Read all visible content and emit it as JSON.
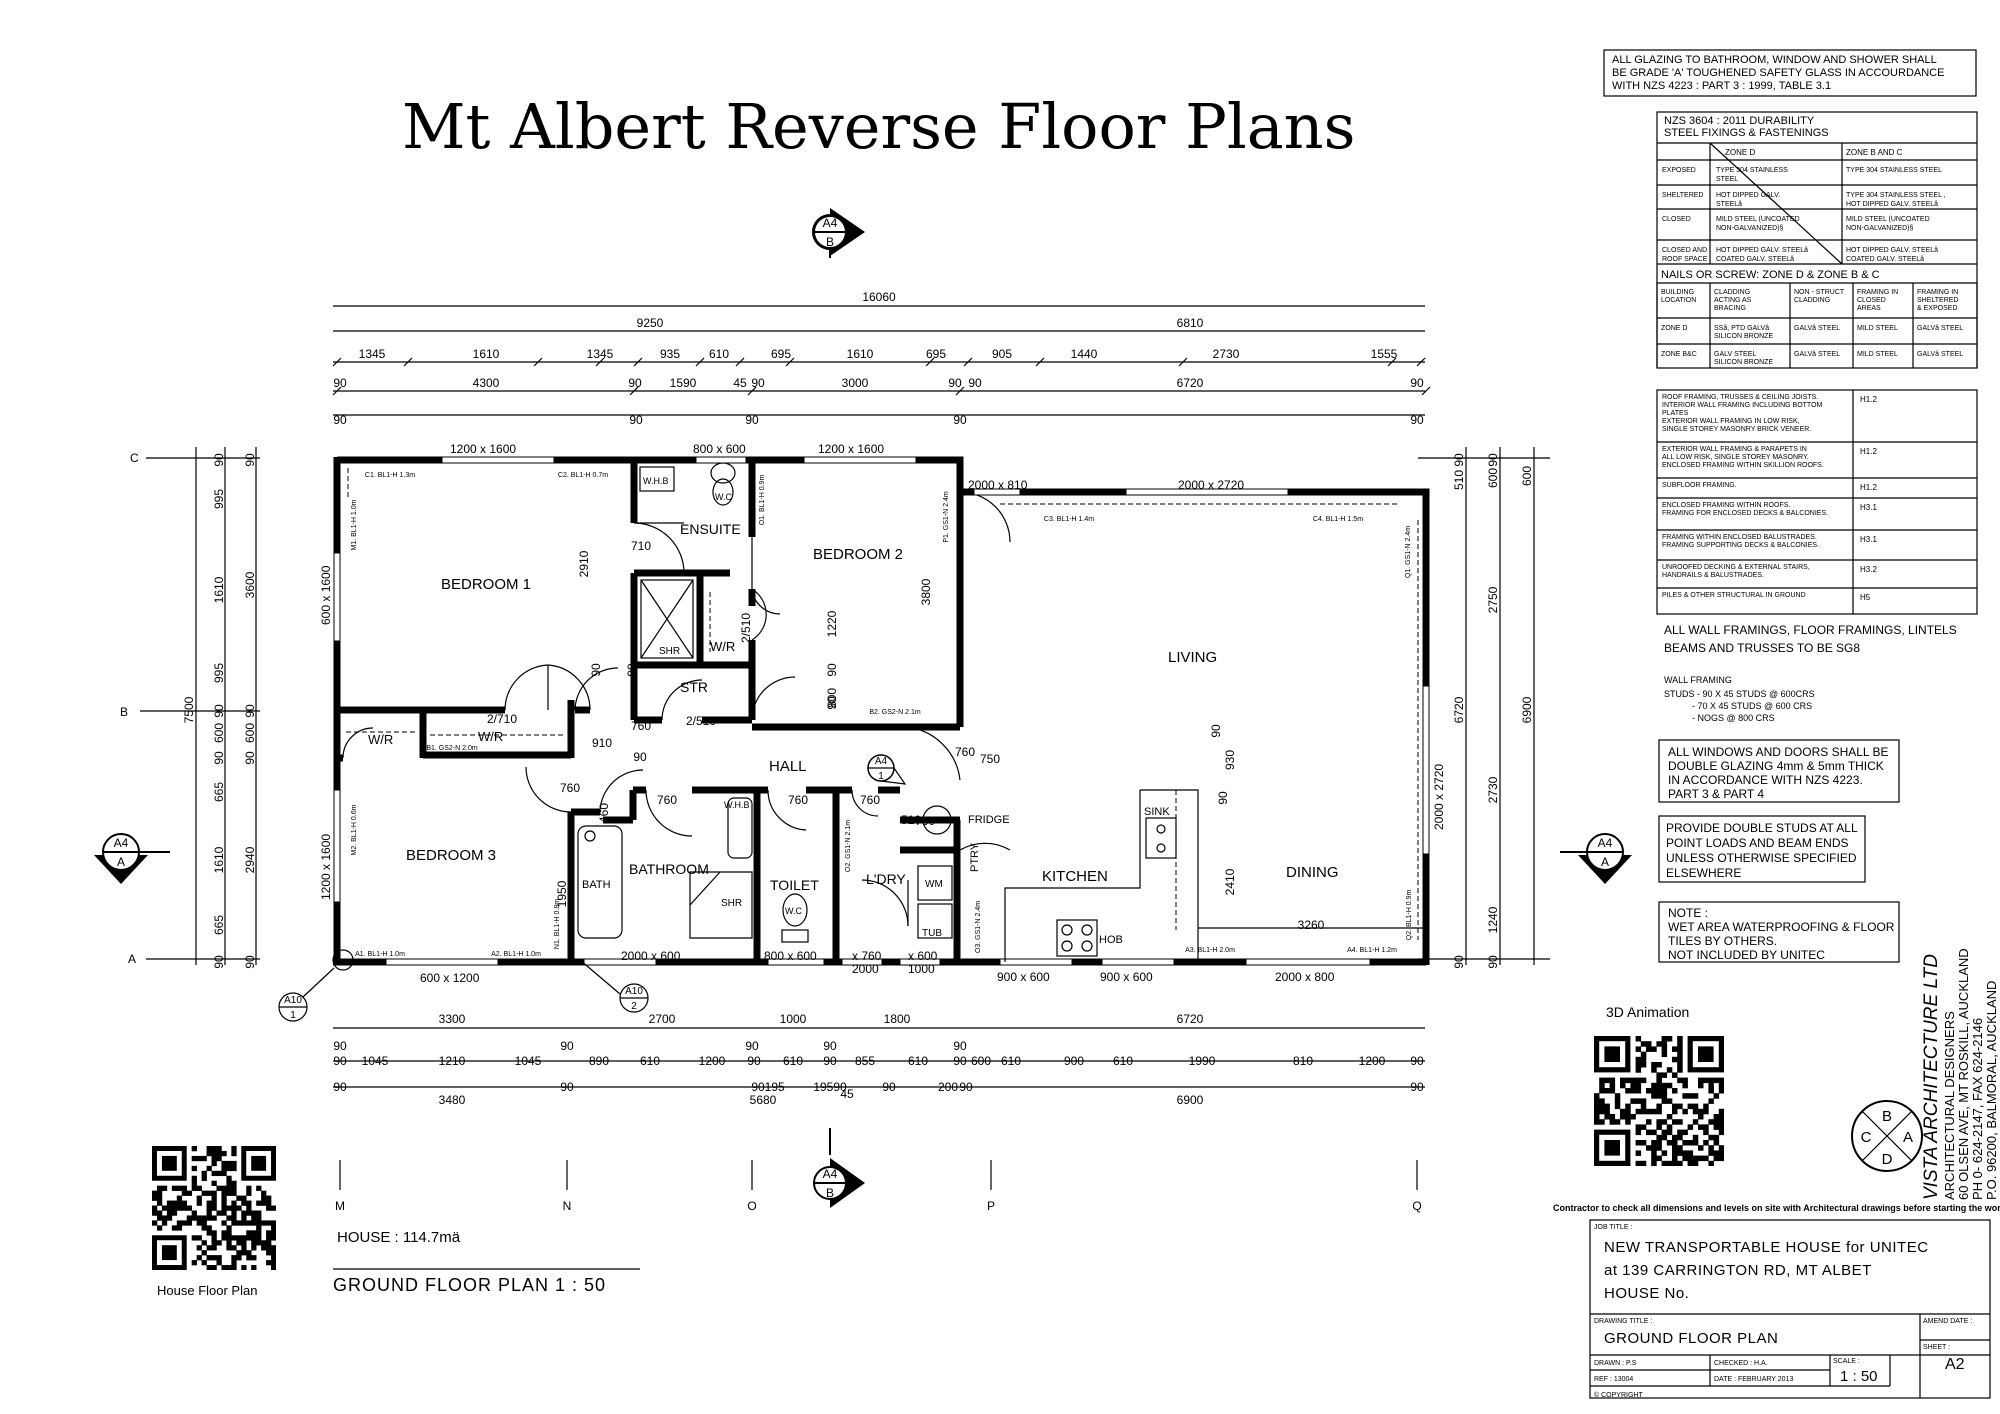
{
  "title": "Mt Albert Reverse Floor Plans",
  "glazing_note": [
    "ALL GLAZING TO BATHROOM, WINDOW AND SHOWER SHALL",
    "BE GRADE 'A' TOUGHENED SAFETY GLASS IN ACCOURDANCE",
    "WITH NZS 4223 : PART 3 : 1999, TABLE 3.1"
  ],
  "durability": {
    "heading": [
      "NZS 3604 : 2011 DURABILITY",
      "STEEL FIXINGS & FASTENINGS"
    ],
    "col_zone_d": "ZONE D",
    "col_zone_bc": "ZONE B AND C",
    "rows": [
      {
        "label": [
          "EXPOSED"
        ],
        "d": [
          "TYPE 304 STAINLESS",
          "STEEL"
        ],
        "bc": [
          "TYPE 304 STAINLESS STEEL"
        ]
      },
      {
        "label": [
          "SHELTERED"
        ],
        "d": [
          "HOT DIPPED GALV.",
          "STEELâ"
        ],
        "bc": [
          "TYPE 304 STAINLESS STEEL ,",
          "HOT DIPPED GALV. STEELâ"
        ]
      },
      {
        "label": [
          "CLOSED"
        ],
        "d": [
          "MILD STEEL (UNCOATED",
          "NON-GALVANIZED)§"
        ],
        "bc": [
          "MILD STEEL (UNCOATED",
          "NON-GALVANIZED)§"
        ]
      },
      {
        "label": [
          "CLOSED AND",
          "ROOF SPACE"
        ],
        "d": [
          "HOT DIPPED GALV. STEELâ",
          "COATED GALV. STEELâ"
        ],
        "bc": [
          "HOT DIPPED GALV. STEELâ",
          "COATED GALV. STEELâ"
        ]
      }
    ],
    "nails_heading": "NAILS OR SCREW: ZONE D & ZONE B & C",
    "nails_cols": [
      [
        "BUILDING",
        "LOCATION"
      ],
      [
        "CLADDING",
        "ACTING AS",
        "BRACING"
      ],
      [
        "NON - STRUCT",
        "CLADDING"
      ],
      [
        "FRAMING IN",
        "CLOSED",
        "AREAS"
      ],
      [
        "FRAMING IN",
        "SHELTERED",
        "& EXPOSED"
      ]
    ],
    "nails_rows": [
      [
        [
          "ZONE D"
        ],
        [
          "SSâ, PTD GALVâ",
          "SILICON BRONZE"
        ],
        [
          "GALVâ STEEL"
        ],
        [
          "MILD STEEL"
        ],
        [
          "GALVâ STEEL"
        ]
      ],
      [
        [
          "ZONE B&C"
        ],
        [
          "GALV STEEL",
          "SILICON BRONZE"
        ],
        [
          "GALVâ STEEL"
        ],
        [
          "MILD STEEL"
        ],
        [
          "GALVâ STEEL"
        ]
      ]
    ]
  },
  "treatment": [
    {
      "desc": [
        "ROOF FRAMING, TRUSSES & CEILING JOISTS.",
        "INTERIOR WALL FRAMING INCLUDING BOTTOM",
        "PLATES",
        "EXTERIOR WALL FRAMING IN LOW RISK,",
        "SINGLE STOREY MASONRY BRICK VENEER."
      ],
      "grade": "H1.2"
    },
    {
      "desc": [
        "EXTERIOR WALL FRAMING & PARAPETS IN",
        "ALL LOW RISK, SINGLE STOREY MASONRY.",
        "ENCLOSED FRAMING WITHIN SKILLION ROOFS."
      ],
      "grade": "H1.2"
    },
    {
      "desc": [
        "SUBFLOOR FRAMING."
      ],
      "grade": "H1.2"
    },
    {
      "desc": [
        "ENCLOSED FRAMING WITHIN ROOFS.",
        "FRAMING FOR ENCLOSED DECKS & BALCONIES."
      ],
      "grade": "H3.1"
    },
    {
      "desc": [
        "FRAMING WITHIN ENCLOSED BALUSTRADES.",
        "FRAMING SUPPORTING DECKS & BALCONIES."
      ],
      "grade": "H3.1"
    },
    {
      "desc": [
        "UNROOFED DECKING & EXTERNAL STAIRS,",
        "HANDRAILS & BALUSTRADES."
      ],
      "grade": "H3.2"
    },
    {
      "desc": [
        "PILES & OTHER STRUCTURAL IN GROUND"
      ],
      "grade": "H5"
    }
  ],
  "framing_note": [
    "ALL WALL FRAMINGS, FLOOR FRAMINGS, LINTELS",
    "BEAMS AND TRUSSES TO BE SG8"
  ],
  "wall_framing": [
    "WALL FRAMING",
    "STUDS - 90 X 45 STUDS @ 600CRS",
    "- 70 X 45 STUDS @ 600 CRS",
    "- NOGS @ 800 CRS"
  ],
  "windows_note": [
    "ALL WINDOWS AND DOORS SHALL BE",
    "DOUBLE GLAZING 4mm & 5mm THICK",
    "IN ACCORDANCE WITH NZS 4223.",
    "PART 3 & PART 4"
  ],
  "studs_note": [
    "PROVIDE DOUBLE STUDS AT ALL",
    "POINT LOADS AND BEAM ENDS",
    "UNLESS OTHERWISE SPECIFIED",
    "ELSEWHERE"
  ],
  "wet_note": [
    "NOTE :",
    "WET AREA WATERPROOFING & FLOOR",
    "TILES BY OTHERS.",
    "NOT INCLUDED BY UNITEC"
  ],
  "firm": [
    "VISTA ARCHITECTURE LTD",
    "ARCHITECTURAL DESIGNERS",
    "60 OLSEN AVE, MT ROSKILL, AUCKLAND",
    "PH 0- 624-2147, FAX 624-2146",
    "P.O. 96200, BALMORAL, AUCKLAND"
  ],
  "compass": {
    "top": "B",
    "left": "C",
    "right": "A",
    "bottom": "D"
  },
  "qr_right_label": "3D Animation",
  "qr_left_label": "House Floor Plan",
  "contractor_note": "Contractor to check all dimensions and levels on site with Architectural drawings before starting the works",
  "title_block": {
    "job_title_label": "JOB TITLE :",
    "job_lines": [
      "NEW TRANSPORTABLE HOUSE for UNITEC",
      "at 139 CARRINGTON RD, MT ALBET",
      "HOUSE No."
    ],
    "drawing_title_label": "DRAWING TITLE :",
    "drawing_title": "GROUND FLOOR PLAN",
    "amend_label": "AMEND DATE :",
    "drawn": "DRAWN : P.S",
    "checked": "CHECKED : H.A.",
    "ref": "REF : 13004",
    "date": "DATE : FEBRUARY 2013",
    "scale_label": "SCALE :",
    "scale": "1 : 50",
    "sheet_label": "SHEET :",
    "sheet": "A2",
    "copyright": "© COPYRIGHT"
  },
  "house_area": "HOUSE : 114.7mä",
  "plan_label": "GROUND FLOOR PLAN 1 : 50",
  "rooms": {
    "bedroom1": "BEDROOM 1",
    "bedroom2": "BEDROOM 2",
    "bedroom3": "BEDROOM 3",
    "ensuite": "ENSUITE",
    "living": "LIVING",
    "dining": "DINING",
    "kitchen": "KITCHEN",
    "hall": "HALL",
    "str": "STR",
    "bathroom": "BATHROOM",
    "toilet": "TOILET",
    "ldry": "L'DRY",
    "wr1": "W/R",
    "wr2": "W/R",
    "wr3": "W/R",
    "shr1": "SHR",
    "shr2": "SHR",
    "bath": "BATH",
    "fridge": "FRIDGE",
    "ptry": "PTRY",
    "sink": "SINK",
    "hob": "HOB",
    "wm": "WM",
    "tub": "TUB",
    "whb1": "W.H.B",
    "whb2": "W.H.B",
    "wc1": "W.C",
    "wc2": "W.C",
    "hwc": "HWC"
  },
  "window_sizes": {
    "w1": "1200 x 1600",
    "w2": "800 x 600",
    "w3": "1200 x 1600",
    "w4": "2000 x 810",
    "w5": "2000 x 2720",
    "w6": "600 x 1600",
    "w7": "1200 x 1600",
    "w8": "2000 x 2720",
    "w9": "600 x 1200",
    "w10": "2000 x 600",
    "w11": "800 x 600",
    "w12": "x 760",
    "w13": "2000",
    "w14": "x 600",
    "w15": "1000",
    "w16": "900 x 600",
    "w17": "900 x 600",
    "w18": "2000 x 800"
  },
  "dims_top": {
    "overall": "16060",
    "r2": [
      "9250",
      "6810"
    ],
    "r3": [
      "1345",
      "1610",
      "1345",
      "935",
      "610",
      "695",
      "1610",
      "695",
      "905",
      "1440",
      "2730",
      "1555"
    ],
    "r4": [
      "90",
      "4300",
      "90",
      "1590",
      "45",
      "90",
      "3000",
      "90",
      "90",
      "6720",
      "90"
    ],
    "r5": [
      "90",
      "90",
      "90",
      "90",
      "90"
    ]
  },
  "dims_bottom": {
    "r1": [
      "3300",
      "2700",
      "1000",
      "1800",
      "6720"
    ],
    "r1b": [
      "90",
      "90",
      "90",
      "90",
      "90"
    ],
    "r2": [
      "90",
      "1045",
      "1210",
      "1045",
      "890",
      "610",
      "1200",
      "90",
      "610",
      "90",
      "855",
      "610",
      "90",
      "600",
      "610",
      "900",
      "610",
      "1990",
      "810",
      "1200",
      "90"
    ],
    "r3": [
      "90",
      "3480",
      "90",
      "5680",
      "90195",
      "19590",
      "45",
      "90",
      "200",
      "90",
      "6900",
      "90"
    ]
  },
  "dims_left": [
    "90",
    "995",
    "1610",
    "995",
    "90",
    "600",
    "90",
    "665",
    "1610",
    "665",
    "90",
    "90",
    "3600",
    "90",
    "600",
    "90",
    "2940",
    "90",
    "7500"
  ],
  "dims_right": [
    "90",
    "510",
    "90",
    "600",
    "2750",
    "6720",
    "2730",
    "1240",
    "90",
    "90",
    "600",
    "6900"
  ],
  "grid_letters": {
    "c": "C",
    "b": "B",
    "a": "A",
    "m": "M",
    "n": "N",
    "o": "O",
    "p": "P",
    "q": "Q"
  },
  "section_markers": {
    "top": [
      "A4",
      "B"
    ],
    "bottom": [
      "A4",
      "B"
    ],
    "left": [
      "A4",
      "A"
    ],
    "right": [
      "A4",
      "A"
    ],
    "internal": [
      "A4",
      "1"
    ],
    "a10_1": [
      "A10",
      "1"
    ],
    "a10_2": [
      "A10",
      "2"
    ]
  },
  "interior_dims": [
    "710",
    "2910",
    "90",
    "90",
    "2/510",
    "1220",
    "3800",
    "90",
    "800",
    "90",
    "760",
    "910",
    "2/510",
    "2/710",
    "760",
    "760",
    "460",
    "760",
    "760",
    "760",
    "760",
    "510",
    "750",
    "90",
    "1950",
    "930",
    "2410",
    "3260",
    "90",
    "90"
  ],
  "bracing": [
    "C1. BL1-H 1.3m",
    "C2. BL1-H 0.7m",
    "C3. BL1-H 1.4m",
    "C4. BL1-H 1.5m",
    "B1. GS2-N 2.0m",
    "B2. GS2-N 2.1m",
    "A1. BL1-H 1.0m",
    "A2. BL1-H 1.0m",
    "A3. BL1-H 2.0m",
    "A4. BL1-H 1.2m",
    "M1. BL1-H 1.0m",
    "M2. BL1-H 0.6m",
    "Q1. GS1-N 2.4m",
    "Q2. BL1-H 0.9m",
    "P1. GS1-N 2.4m",
    "O1. BL1-H 0.9m",
    "O2. GS1-N 2.1m",
    "O3. GS1-N 2.4m",
    "N1. BL1-H 0.8m"
  ]
}
